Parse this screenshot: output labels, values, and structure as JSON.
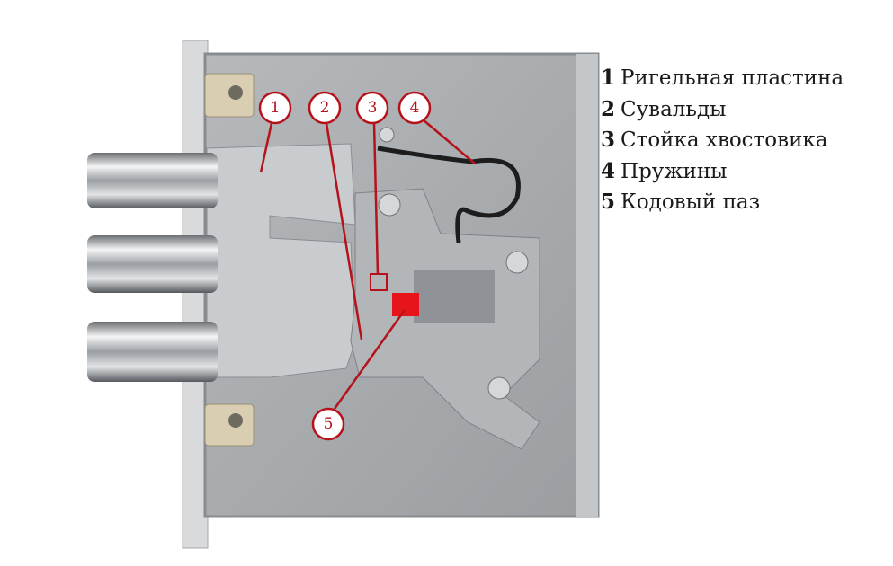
{
  "callouts": [
    {
      "number": "1",
      "label": "Ригельная пластина"
    },
    {
      "number": "2",
      "label": "Сувальды"
    },
    {
      "number": "3",
      "label": "Стойка хвостовика"
    },
    {
      "number": "4",
      "label": "Пружины"
    },
    {
      "number": "5",
      "label": "Кодовый паз"
    }
  ],
  "colors": {
    "accent": "#b5121b",
    "highlight": "#e8141c",
    "metal": "#a9adb0"
  }
}
